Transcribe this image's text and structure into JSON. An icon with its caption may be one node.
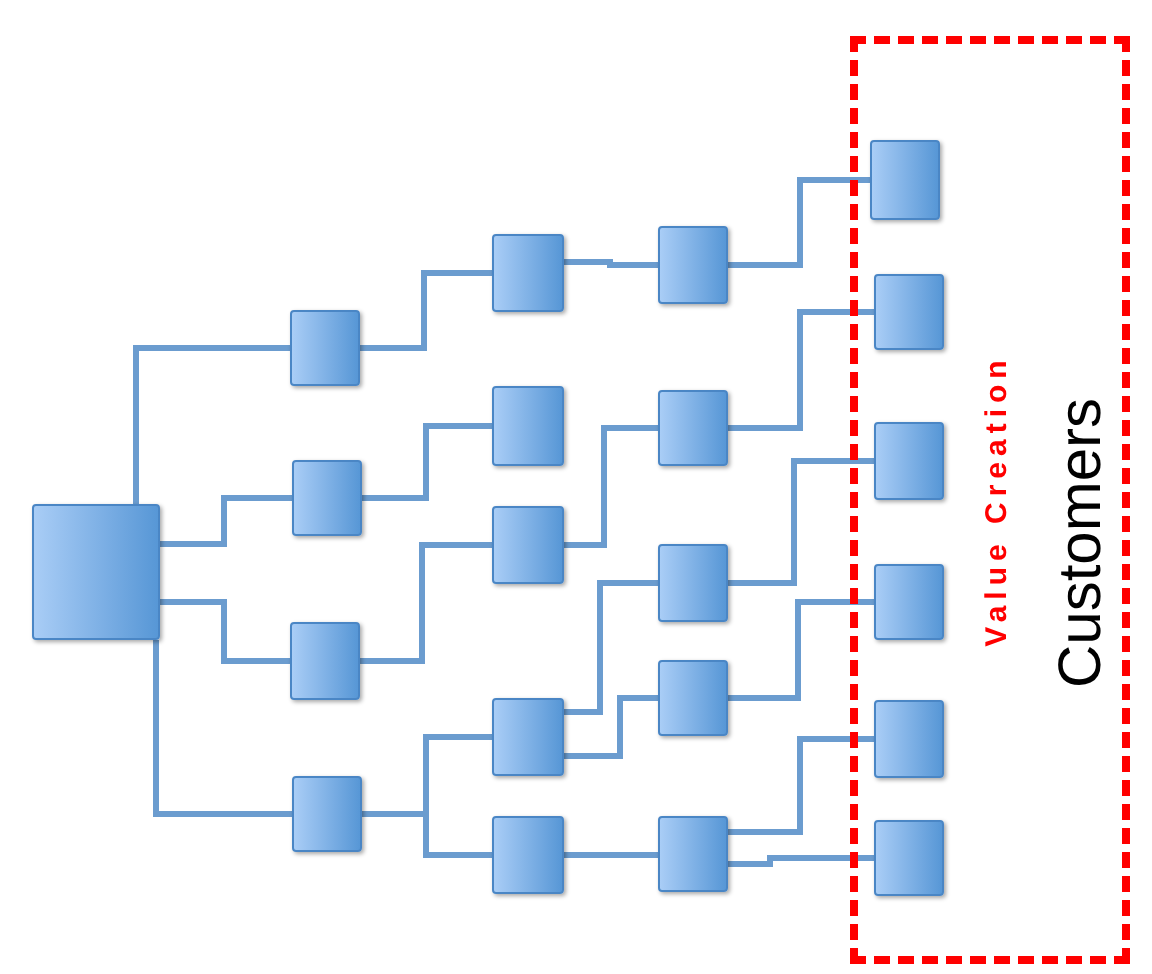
{
  "diagram": {
    "nodes": [
      {
        "text": [],
        "shape": "box"
      },
      {
        "text": [],
        "shape": "box"
      },
      {
        "text": [],
        "shape": "box"
      },
      {
        "text": [],
        "shape": "box"
      },
      {
        "text": [],
        "shape": "box"
      },
      {
        "text": [],
        "shape": "box"
      },
      {
        "text": [],
        "shape": "box"
      },
      {
        "text": [],
        "shape": "box"
      },
      {
        "text": [],
        "shape": "box"
      },
      {
        "text": [],
        "shape": "box"
      },
      {
        "text": [],
        "shape": "box"
      },
      {
        "text": [],
        "shape": "box"
      },
      {
        "text": [],
        "shape": "box"
      },
      {
        "text": [],
        "shape": "box"
      },
      {
        "text": [],
        "shape": "box"
      },
      {
        "text": [
          "Value Creation",
          "Customers"
        ]
      },
      {
        "text": [],
        "shape": "box",
        "in": 15
      },
      {
        "text": [],
        "shape": "box",
        "in": 15
      },
      {
        "text": [],
        "shape": "box",
        "in": 15
      },
      {
        "text": [],
        "shape": "box",
        "in": 15
      },
      {
        "text": [],
        "shape": "box",
        "in": 15
      },
      {
        "text": [],
        "shape": "box",
        "in": 15
      }
    ],
    "edges": [
      {
        "from": 0,
        "to": 1,
        "arrow": "none"
      },
      {
        "from": 0,
        "to": 2,
        "arrow": "none"
      },
      {
        "from": 0,
        "to": 3,
        "arrow": "none"
      },
      {
        "from": 0,
        "to": 4,
        "arrow": "none"
      },
      {
        "from": 1,
        "to": 5,
        "arrow": "none"
      },
      {
        "from": 2,
        "to": 6,
        "arrow": "none"
      },
      {
        "from": 3,
        "to": 7,
        "arrow": "none"
      },
      {
        "from": 4,
        "to": 8,
        "arrow": "none"
      },
      {
        "from": 4,
        "to": 9,
        "arrow": "none"
      },
      {
        "from": 5,
        "to": 10,
        "arrow": "none"
      },
      {
        "from": 7,
        "to": 11,
        "arrow": "none"
      },
      {
        "from": 8,
        "to": 12,
        "arrow": "none"
      },
      {
        "from": 8,
        "to": 13,
        "arrow": "none"
      },
      {
        "from": 9,
        "to": 14,
        "arrow": "none"
      },
      {
        "from": 10,
        "to": 16,
        "arrow": "none"
      },
      {
        "from": 11,
        "to": 17,
        "arrow": "none"
      },
      {
        "from": 12,
        "to": 18,
        "arrow": "none"
      },
      {
        "from": 13,
        "to": 19,
        "arrow": "none"
      },
      {
        "from": 14,
        "to": 20,
        "arrow": "none"
      },
      {
        "from": 14,
        "to": 21,
        "arrow": "none"
      }
    ]
  }
}
